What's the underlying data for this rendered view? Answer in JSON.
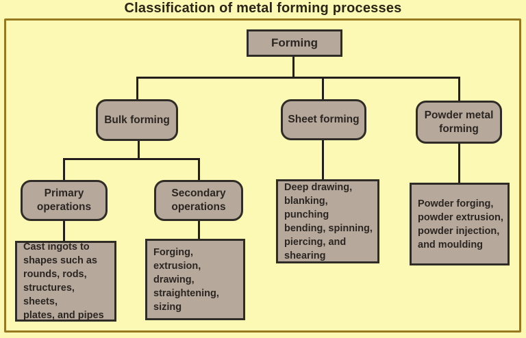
{
  "title": "Classification of metal forming processes",
  "colors": {
    "background": "#fbf9b3",
    "frame_border": "#97771f",
    "node_fill": "#b6a89b",
    "node_border": "#2f2b27",
    "connector": "#211e1b",
    "text": "#2b2622"
  },
  "nodes": {
    "forming": {
      "label": "Forming"
    },
    "bulk_forming": {
      "label": "Bulk forming"
    },
    "sheet_forming": {
      "label": "Sheet forming"
    },
    "powder_metal_forming": {
      "label": "Powder metal\nforming"
    },
    "primary_operations": {
      "label": "Primary\noperations"
    },
    "secondary_operations": {
      "label": "Secondary\noperations"
    },
    "primary_operations_detail": {
      "label": "Cast ingots to\nshapes such as\nrounds, rods,\nstructures, sheets,\nplates, and pipes"
    },
    "secondary_operations_detail": {
      "label": "Forging, extrusion,\ndrawing,\nstraightening,\nsizing"
    },
    "sheet_forming_detail": {
      "label": "Deep drawing,\nblanking, punching\nbending, spinning,\npiercing, and\nshearing"
    },
    "powder_metal_forming_detail": {
      "label": "Powder forging,\npowder extrusion,\npowder injection,\nand moulding"
    }
  }
}
